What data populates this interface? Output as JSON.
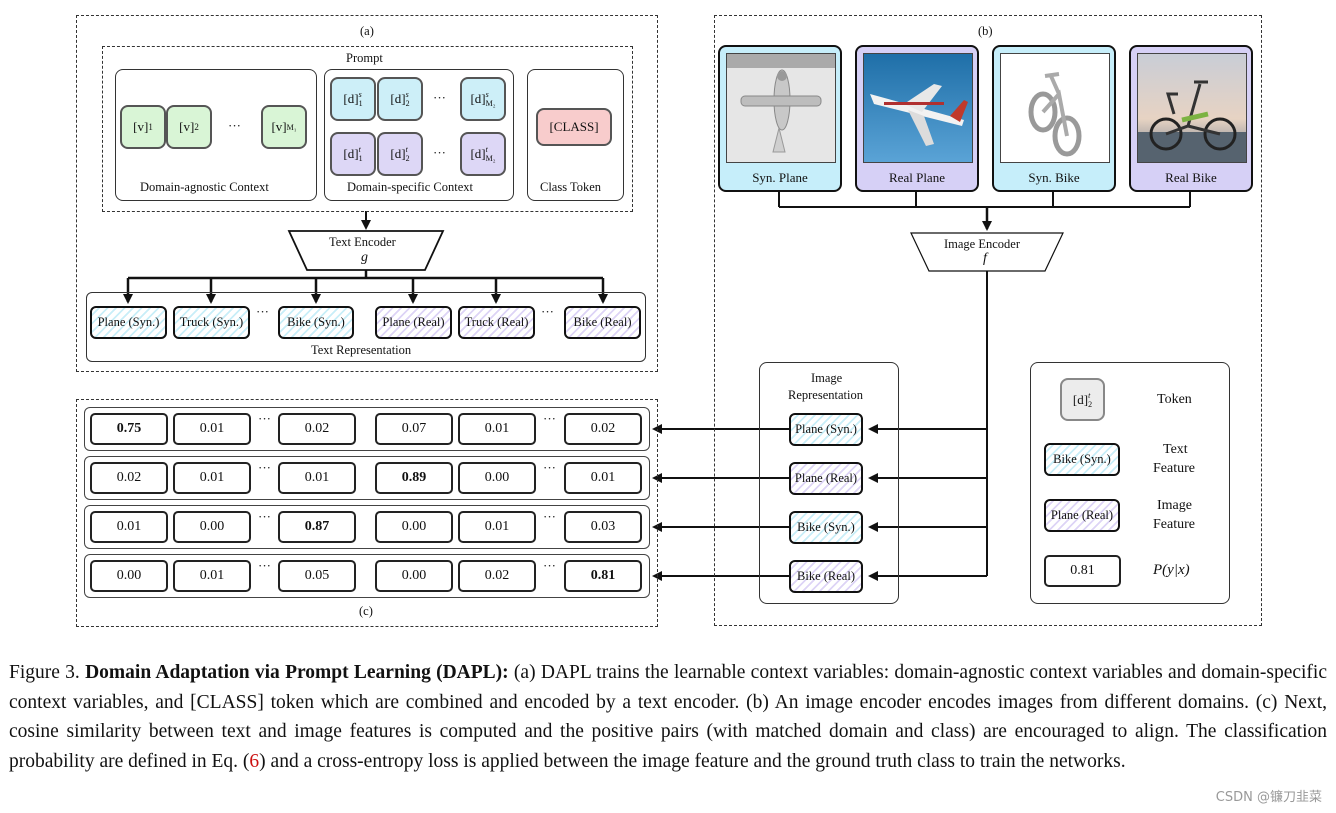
{
  "panel_a": {
    "label": "(a)",
    "prompt_label": "Prompt",
    "agnostic_tokens": [
      "[v]",
      "[v]",
      "[v]"
    ],
    "agnostic_subs": [
      "1",
      "2",
      "M₁"
    ],
    "agnostic_label": "Domain-agnostic Context",
    "specific_s_subs": [
      "1",
      "2",
      "M₂"
    ],
    "specific_t_subs": [
      "1",
      "2",
      "M₂"
    ],
    "specific_label": "Domain-specific Context",
    "class_token": "[CLASS]",
    "class_label": "Class Token",
    "ellipsis": "···",
    "encoder_title": "Text Encoder",
    "encoder_symbol": "g",
    "text_features": [
      "Plane (Syn.)",
      "Truck (Syn.)",
      "Bike (Syn.)",
      "Plane (Real)",
      "Truck (Real)",
      "Bike (Real)"
    ],
    "text_rep_label": "Text Representation"
  },
  "panel_b": {
    "label": "(b)",
    "images": [
      {
        "caption": "Syn. Plane",
        "domain": "syn"
      },
      {
        "caption": "Real Plane",
        "domain": "real"
      },
      {
        "caption": "Syn. Bike",
        "domain": "syn"
      },
      {
        "caption": "Real Bike",
        "domain": "real"
      }
    ],
    "encoder_title": "Image Encoder",
    "encoder_symbol": "f",
    "image_rep_title_1": "Image",
    "image_rep_title_2": "Representation",
    "image_features": [
      "Plane (Syn.)",
      "Plane (Real)",
      "Bike (Syn.)",
      "Bike (Real)"
    ]
  },
  "panel_c": {
    "label": "(c)",
    "rows": [
      {
        "values": [
          "0.75",
          "0.01",
          "0.02",
          "0.07",
          "0.01",
          "0.02"
        ],
        "bold_index": 0
      },
      {
        "values": [
          "0.02",
          "0.01",
          "0.01",
          "0.89",
          "0.00",
          "0.01"
        ],
        "bold_index": 3
      },
      {
        "values": [
          "0.01",
          "0.00",
          "0.87",
          "0.00",
          "0.01",
          "0.03"
        ],
        "bold_index": 2
      },
      {
        "values": [
          "0.00",
          "0.01",
          "0.05",
          "0.00",
          "0.02",
          "0.81"
        ],
        "bold_index": 5
      }
    ]
  },
  "legend": {
    "token_sample": "[d]",
    "token_sup": "t",
    "token_sub": "2",
    "token_label": "Token",
    "text_feature_sample": "Bike (Syn.)",
    "text_feature_label_1": "Text",
    "text_feature_label_2": "Feature",
    "image_feature_sample": "Plane (Real)",
    "image_feature_label_1": "Image",
    "image_feature_label_2": "Feature",
    "prob_sample": "0.81",
    "prob_label": "P(y|x)"
  },
  "caption": {
    "prefix": "Figure 3. ",
    "title": "Domain Adaptation via Prompt Learning (DAPL):",
    "body_1": " (a) DAPL trains the learnable context variables: domain-agnostic context variables and domain-specific context variables, and [CLASS] token which are combined and encoded by a text encoder. (b) An image encoder encodes images from different domains. (c) Next, cosine similarity between text and image features is computed and the positive pairs (with matched domain and class) are encouraged to align. The classification probability are defined in Eq. (",
    "eq_ref": "6",
    "body_2": ") and a cross-entropy loss is applied between the image feature and the ground truth class to train the networks."
  },
  "watermark": "CSDN @镰刀韭菜",
  "colors": {
    "green_token": "#d9f5d6",
    "blue_token": "#cdeff8",
    "purple_token": "#ddd7f6",
    "red_token": "#f8cccc",
    "eq_ref": "#cc1111"
  }
}
